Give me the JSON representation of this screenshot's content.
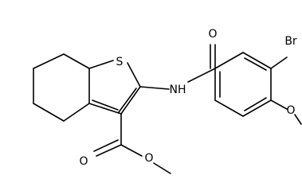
{
  "molecule": {
    "atom_labels": {
      "sulfur": "S",
      "amide_nitrogen": "NH",
      "amide_oxygen": "O",
      "bromine": "Br",
      "methoxy_oxygen": "O",
      "ester_carbonyl_oxygen": "O",
      "ester_ether_oxygen": "O"
    }
  }
}
